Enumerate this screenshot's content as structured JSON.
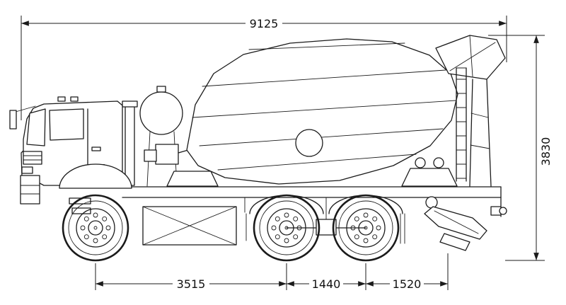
{
  "colors": {
    "ink": "#1b1b1b",
    "paper": "#ffffff"
  },
  "dimensions": {
    "overall_length": "9125",
    "overall_height": "3830",
    "front_axle_to_middle_axle": "3515",
    "middle_axle_to_rear_axle": "1440",
    "rear_axle_to_rear_point": "1520"
  }
}
